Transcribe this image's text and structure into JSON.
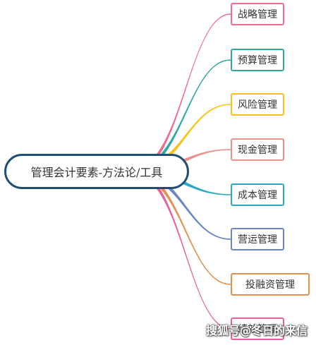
{
  "root": {
    "label": "管理会计要素-方法论/工具"
  },
  "branches": [
    {
      "label": "战略管理",
      "color": "#f06b8e"
    },
    {
      "label": "预算管理",
      "color": "#2ea8a0"
    },
    {
      "label": "风险管理",
      "color": "#f8c21a"
    },
    {
      "label": "现金管理",
      "color": "#ee8f8f"
    },
    {
      "label": "成本管理",
      "color": "#2aa9c4"
    },
    {
      "label": "营运管理",
      "color": "#6a85c6"
    },
    {
      "label": "投融资管理",
      "color": "#e0924e"
    },
    {
      "label": "绩效管理",
      "color": "#e6609c"
    }
  ],
  "watermark": {
    "text": "搜狐号@冬日的来信"
  }
}
